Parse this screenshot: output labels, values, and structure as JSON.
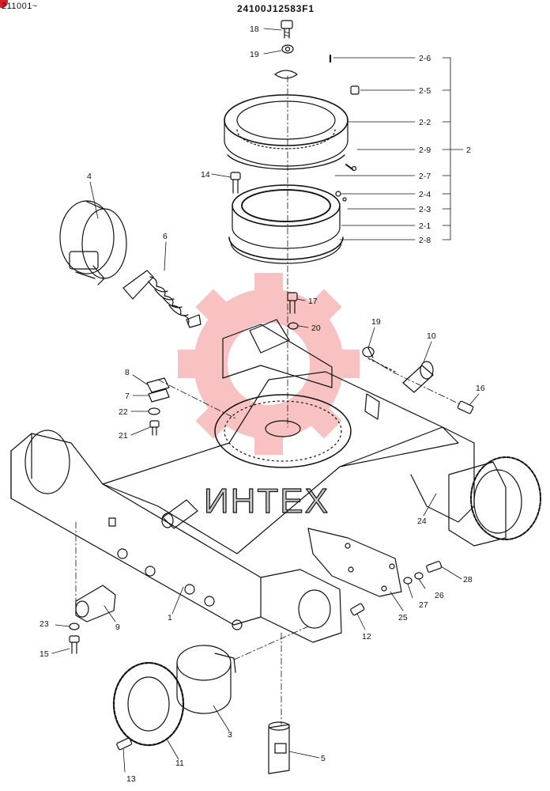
{
  "header": {
    "serial_range": "211001~",
    "drawing_number": "24100J12583F1"
  },
  "watermark": {
    "text": "ИНТЕХ",
    "color": "#f07a7a"
  },
  "callouts": {
    "c1": "1",
    "c2": "2",
    "c2_1": "2-1",
    "c2_2": "2-2",
    "c2_3": "2-3",
    "c2_4": "2-4",
    "c2_5": "2-5",
    "c2_6": "2-6",
    "c2_7": "2-7",
    "c2_8": "2-8",
    "c2_9": "2-9",
    "c3": "3",
    "c4": "4",
    "c5": "5",
    "c6": "6",
    "c7": "7",
    "c8": "8",
    "c9": "9",
    "c10": "10",
    "c11": "11",
    "c12": "12",
    "c13": "13",
    "c14": "14",
    "c15": "15",
    "c16": "16",
    "c17": "17",
    "c18": "18",
    "c19a": "19",
    "c19b": "19",
    "c20": "20",
    "c21": "21",
    "c22": "22",
    "c23": "23",
    "c24": "24",
    "c25": "25",
    "c26": "26",
    "c27": "27",
    "c28": "28"
  }
}
